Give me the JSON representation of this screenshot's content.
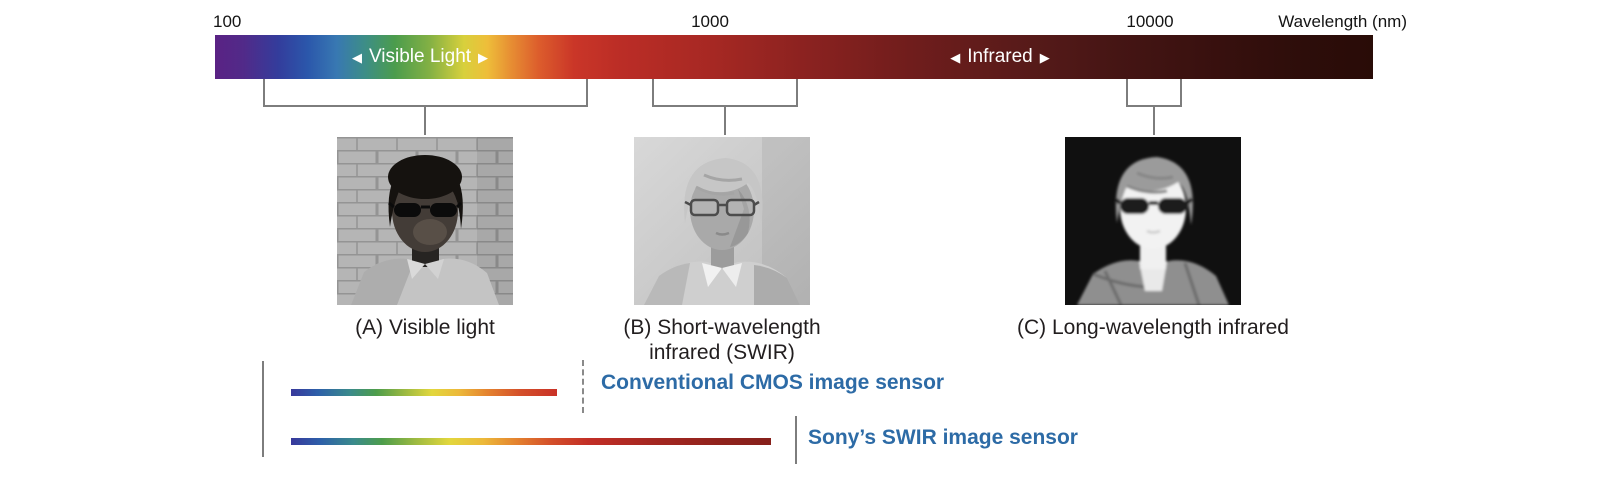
{
  "spectrum": {
    "axis_label": "Wavelength (nm)",
    "ticks": [
      "100",
      "1000",
      "10000"
    ],
    "regions": {
      "visible": {
        "left_arrow": "◀",
        "label": "Visible Light",
        "right_arrow": "▶"
      },
      "infrared": {
        "left_arrow": "◀",
        "label": "Infrared",
        "right_arrow": "▶"
      }
    }
  },
  "photos": {
    "a": {
      "caption_line1": "(A) Visible light",
      "caption_line2": ""
    },
    "b": {
      "caption_line1": "(B) Short-wavelength",
      "caption_line2": "infrared (SWIR)"
    },
    "c": {
      "caption_line1": "(C) Long-wavelength infrared",
      "caption_line2": ""
    }
  },
  "sensor_ranges": {
    "conventional": {
      "label": "Conventional CMOS image sensor"
    },
    "sony_swir": {
      "label": "Sony’s SWIR image sensor"
    }
  },
  "colors": {
    "accent_blue": "#2d6ba6",
    "line_gray": "#7d7d7d",
    "spectrum_start_purple": "#5a2284",
    "spectrum_red": "#bb2d26",
    "spectrum_end_dark": "#290c07"
  }
}
